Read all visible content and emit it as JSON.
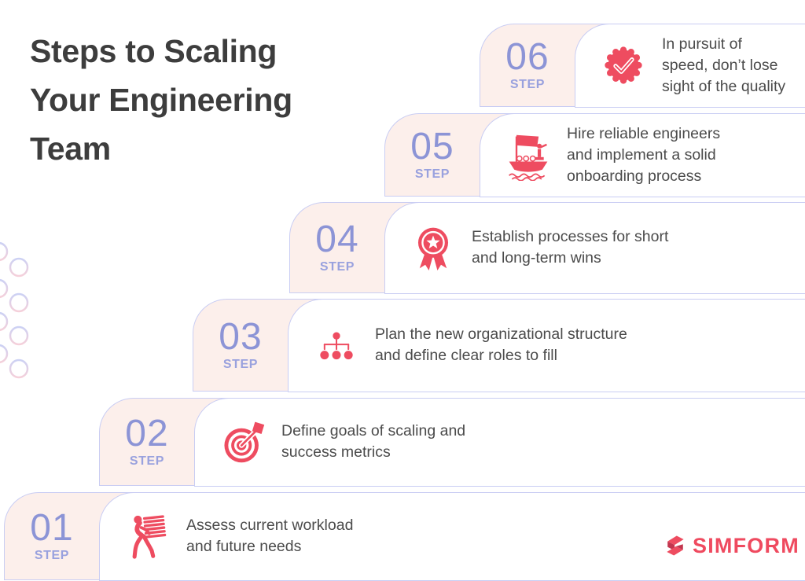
{
  "title": "Steps to Scaling\nYour Engineering\nTeam",
  "step_label": "STEP",
  "steps": [
    {
      "number": "01",
      "icon": "workload-person-icon",
      "text": "Assess current workload\nand future needs"
    },
    {
      "number": "02",
      "icon": "target-dart-icon",
      "text": "Define goals of scaling and\nsuccess metrics"
    },
    {
      "number": "03",
      "icon": "org-chart-icon",
      "text": "Plan the new organizational structure\nand define clear roles to fill"
    },
    {
      "number": "04",
      "icon": "medal-icon",
      "text": "Establish processes for short\nand long-term wins"
    },
    {
      "number": "05",
      "icon": "ship-crew-icon",
      "text": "Hire reliable engineers\nand implement a solid\nonboarding process"
    },
    {
      "number": "06",
      "icon": "quality-badge-icon",
      "text": "In pursuit of\nspeed, don’t lose\nsight of the quality"
    }
  ],
  "logo": {
    "text": "SIMFORM"
  },
  "colors": {
    "accent_red": "#ee4c60",
    "step_number": "#8c94d6",
    "tile_pink": "#fcefeb",
    "border_lavender": "#c9cdf3",
    "body_text": "#4b4b4b",
    "title_text": "#3d3d3d",
    "dots_pink": "#fce4de"
  }
}
